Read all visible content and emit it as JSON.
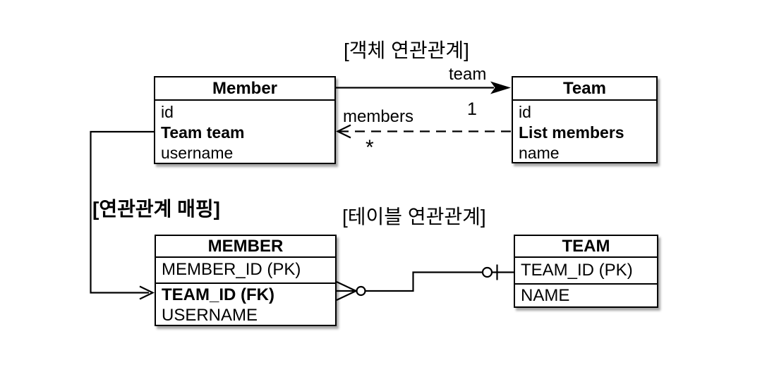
{
  "object_section": {
    "title": "[객체 연관관계]",
    "member_class": {
      "title": "Member",
      "fields": [
        "id",
        "Team team",
        "username"
      ]
    },
    "team_class": {
      "title": "Team",
      "fields": [
        "id",
        "List members",
        "name"
      ]
    },
    "team_arrow_label": "team",
    "team_multiplicity": "1",
    "members_arrow_label": "members",
    "members_multiplicity": "*"
  },
  "mapping_section": {
    "label": "[연관관계 매핑]"
  },
  "table_section": {
    "title": "[테이블 연관관계]",
    "member_table": {
      "title": "MEMBER",
      "rows": [
        "MEMBER_ID (PK)",
        "TEAM_ID (FK)",
        "USERNAME"
      ]
    },
    "team_table": {
      "title": "TEAM",
      "rows": [
        "TEAM_ID (PK)",
        "NAME"
      ]
    }
  },
  "colors": {
    "line": "#000000",
    "text": "#000000",
    "box_fill": "#ffffff",
    "background": "#ffffff"
  }
}
